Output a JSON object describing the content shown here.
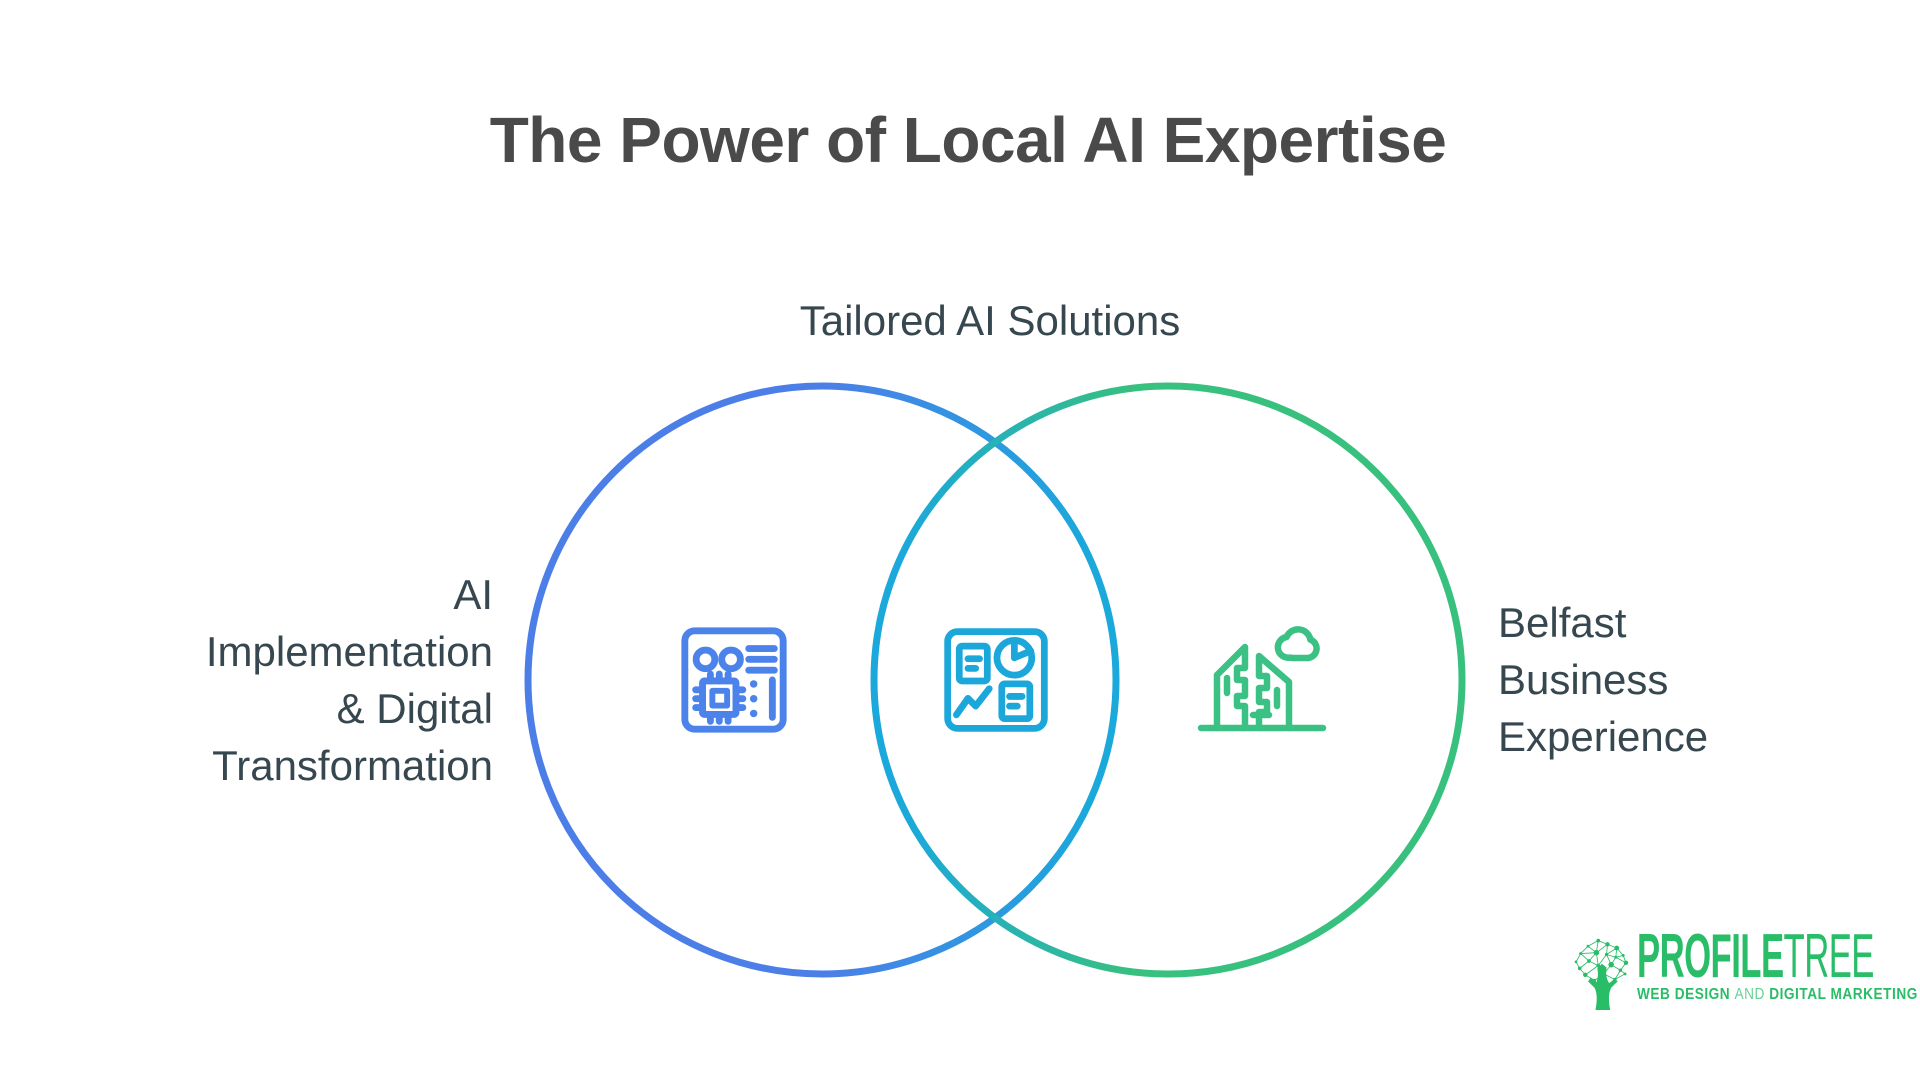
{
  "title": "The Power of Local AI Expertise",
  "venn": {
    "top_label": "Tailored AI Solutions",
    "left_label": {
      "lines": [
        "AI",
        "Implementation",
        "& Digital",
        "Transformation"
      ]
    },
    "right_label": {
      "lines": [
        "Belfast",
        "Business",
        "Experience"
      ]
    },
    "icons": {
      "left": "circuit-board",
      "center": "analytics-dashboard",
      "right": "city-buildings-cloud"
    },
    "colors": {
      "left_circle": "#4c7ee8",
      "right_circle": "#38c07e",
      "overlap_accent": "#1ba8db",
      "circuit_icon": "#4b83ea",
      "dashboard_icon": "#1ba7da",
      "city_icon": "#3bc183",
      "label_text": "#37474f",
      "title_text": "#4a4a4a"
    }
  },
  "footer_logo": {
    "brand_primary": "PROFILE",
    "brand_secondary": "TREE",
    "tagline_bold_1": "WEB DESIGN ",
    "tagline_light": "AND ",
    "tagline_bold_2": "DIGITAL MARKETING",
    "brand_color": "#29bd68"
  }
}
